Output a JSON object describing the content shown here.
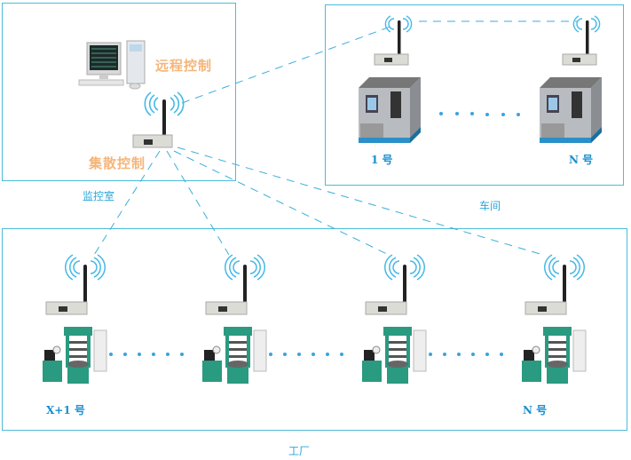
{
  "areas": {
    "control_room": {
      "label": "监控室"
    },
    "workshop": {
      "label": "车间"
    },
    "factory": {
      "label": "工厂"
    }
  },
  "labels": {
    "remote_control": "远程控制",
    "distributed_control": "集散控制"
  },
  "workshop_units": [
    {
      "label": "1  号"
    },
    {
      "label": "N  号"
    }
  ],
  "factory_units": [
    {
      "label": "X+1  号"
    },
    {
      "label": ""
    },
    {
      "label": ""
    },
    {
      "label": "N  号"
    }
  ],
  "colors": {
    "border": "#4dbbd9",
    "link": "#3aaedc",
    "label_orange": "#f5b57a",
    "label_blue": "#1a8fd0",
    "dots": "#3aa3e0"
  }
}
